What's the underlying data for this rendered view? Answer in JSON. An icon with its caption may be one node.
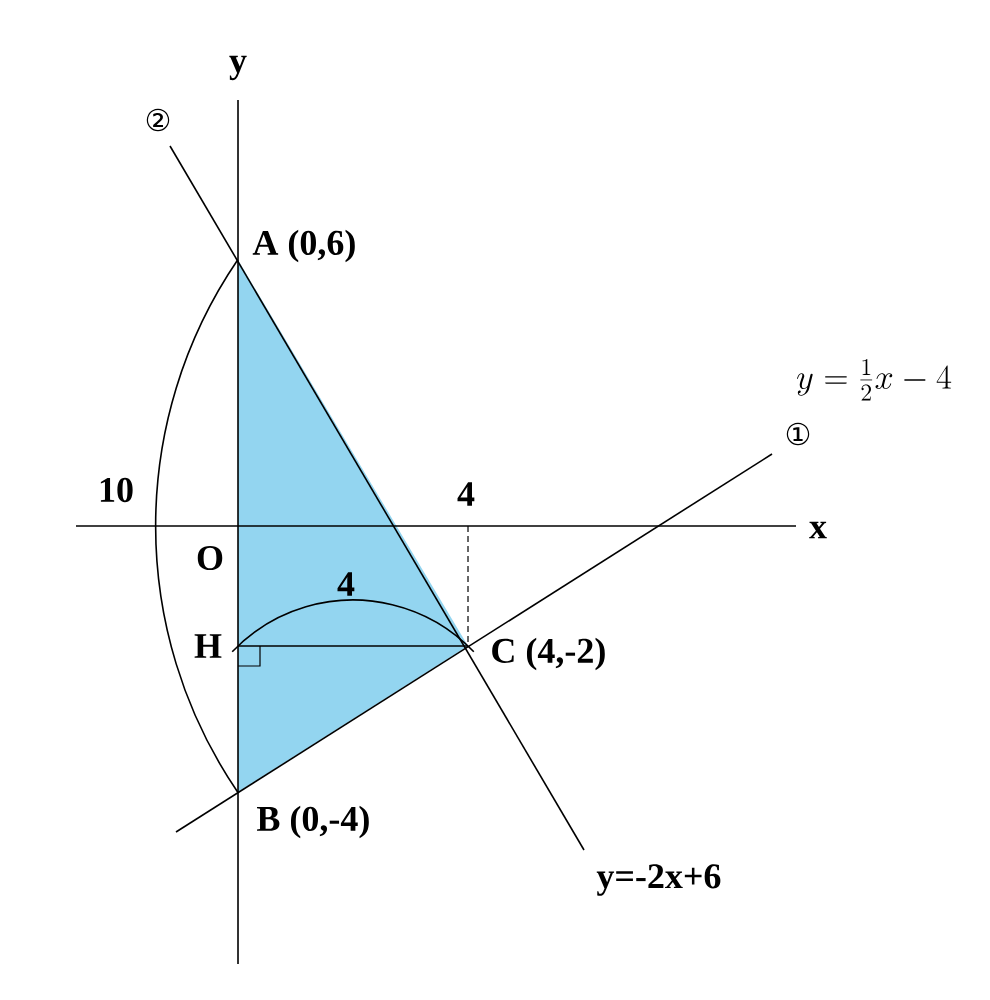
{
  "diagram": {
    "labels": [
      "y",
      "②",
      "A (0,6)",
      "y=\\frac{1}{2}x-4",
      "①",
      "10",
      "4",
      "x",
      "O",
      "4",
      "H",
      "C (4,-2)",
      "B (0,-4)",
      "y=-2x+6"
    ]
  }
}
